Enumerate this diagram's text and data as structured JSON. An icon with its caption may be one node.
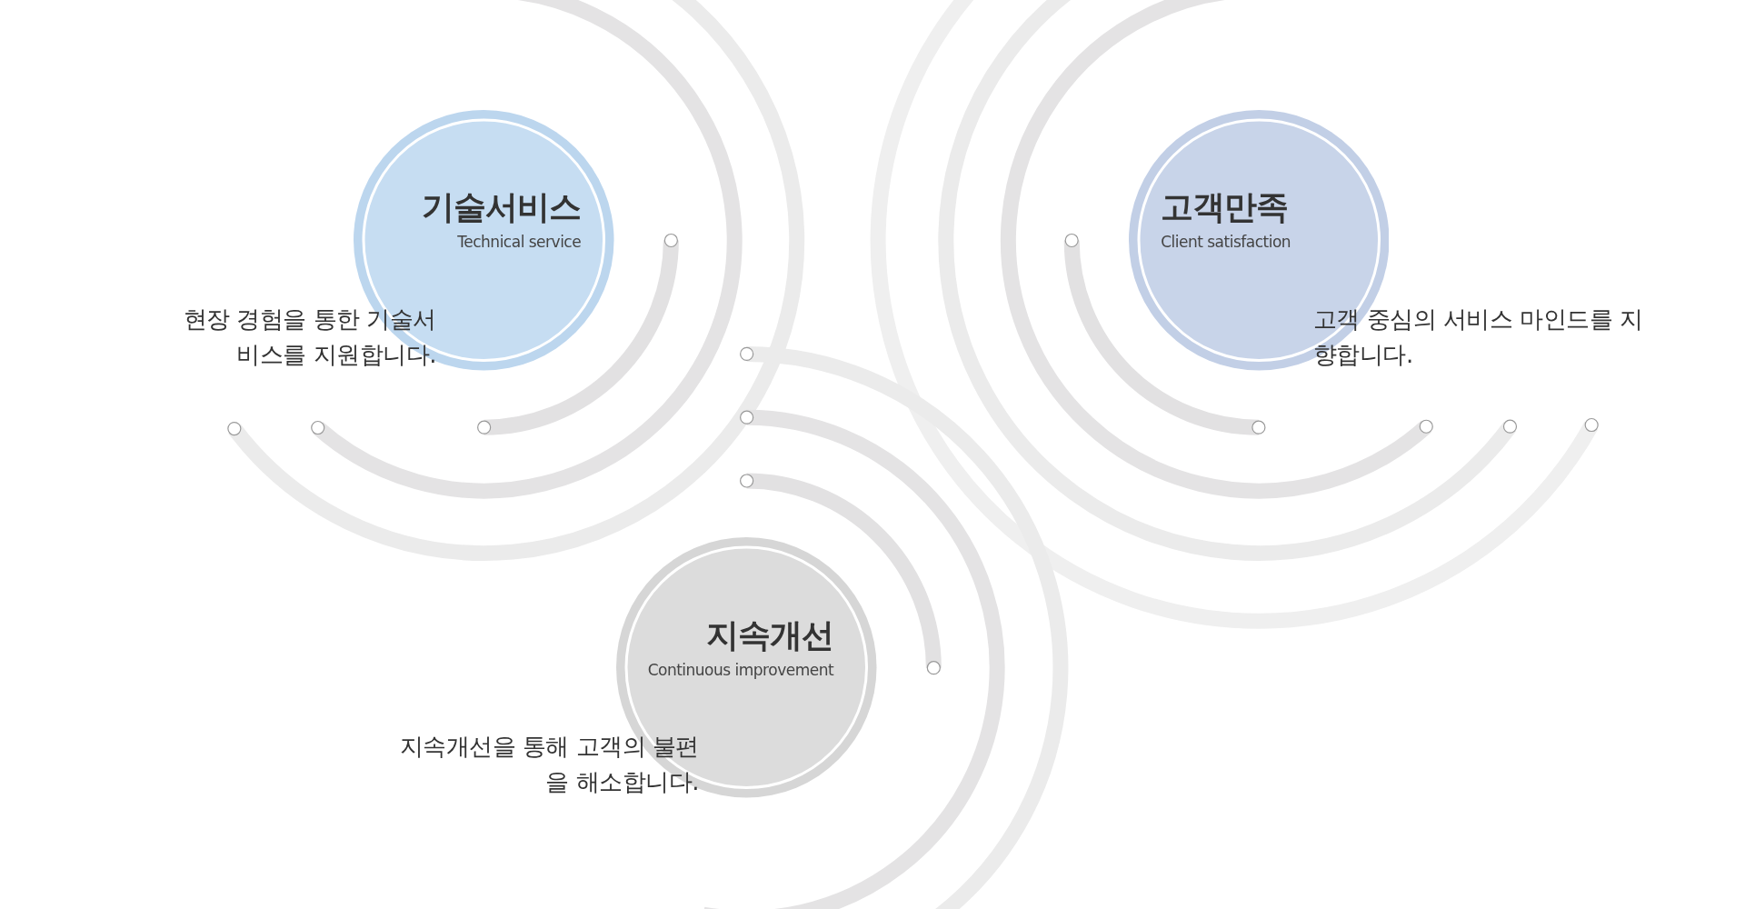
{
  "diagram": {
    "nodes": [
      {
        "text": [
          "기술서비스",
          "Technical service"
        ],
        "beside": [
          "현장 경험을 통한 기술서비스를 지원합니다."
        ]
      },
      {
        "text": [
          "고객만족",
          "Client satisfaction"
        ],
        "beside": [
          "고객 중심의 서비스 마인드를 지향합니다."
        ]
      },
      {
        "text": [
          "지속개선",
          "Continuous improvement"
        ],
        "beside": [
          "지속개선을 통해 고객의 불편을 해소합니다."
        ]
      }
    ],
    "edges": []
  }
}
